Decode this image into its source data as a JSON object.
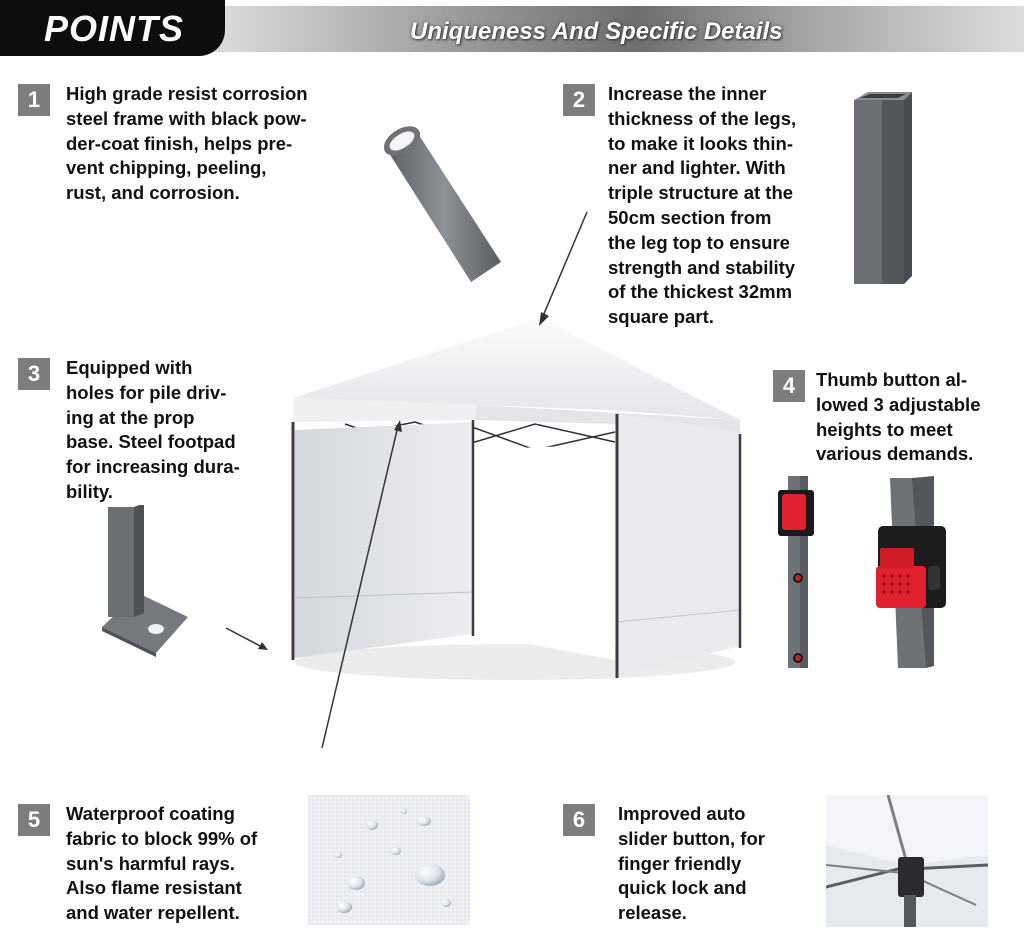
{
  "header": {
    "tag": "POINTS",
    "subtitle": "Uniqueness And Specific Details"
  },
  "points": [
    {
      "number": "1",
      "lines": [
        "High grade resist corrosion",
        "steel frame with black pow-",
        "der-coat finish, helps pre-",
        "vent chipping, peeling,",
        "rust, and corrosion."
      ]
    },
    {
      "number": "2",
      "lines": [
        "Increase the inner",
        "thickness of the legs,",
        "to make it looks thin-",
        "ner and lighter. With",
        "triple structure at the",
        "50cm section from",
        "the leg top to ensure",
        "strength and stability",
        "of the thickest 32mm",
        "square part."
      ]
    },
    {
      "number": "3",
      "lines": [
        "Equipped with",
        "holes for pile driv-",
        "ing at the prop",
        "base. Steel footpad",
        "for increasing dura-",
        "bility."
      ]
    },
    {
      "number": "4",
      "lines": [
        "Thumb button al-",
        "lowed 3 adjustable",
        "heights to meet",
        "various demands."
      ]
    },
    {
      "number": "5",
      "lines": [
        "Waterproof coating",
        "fabric to block 99% of",
        "sun's harmful rays.",
        "Also flame resistant",
        "and water repellent."
      ]
    },
    {
      "number": "6",
      "lines": [
        "Improved auto",
        "slider button, for",
        "finger friendly",
        "quick lock and",
        "release."
      ]
    }
  ],
  "colors": {
    "badge": "#7d7d7d",
    "frame": "#6a6d72",
    "canopy": "#f2f3f5",
    "button": "#e0222e"
  }
}
